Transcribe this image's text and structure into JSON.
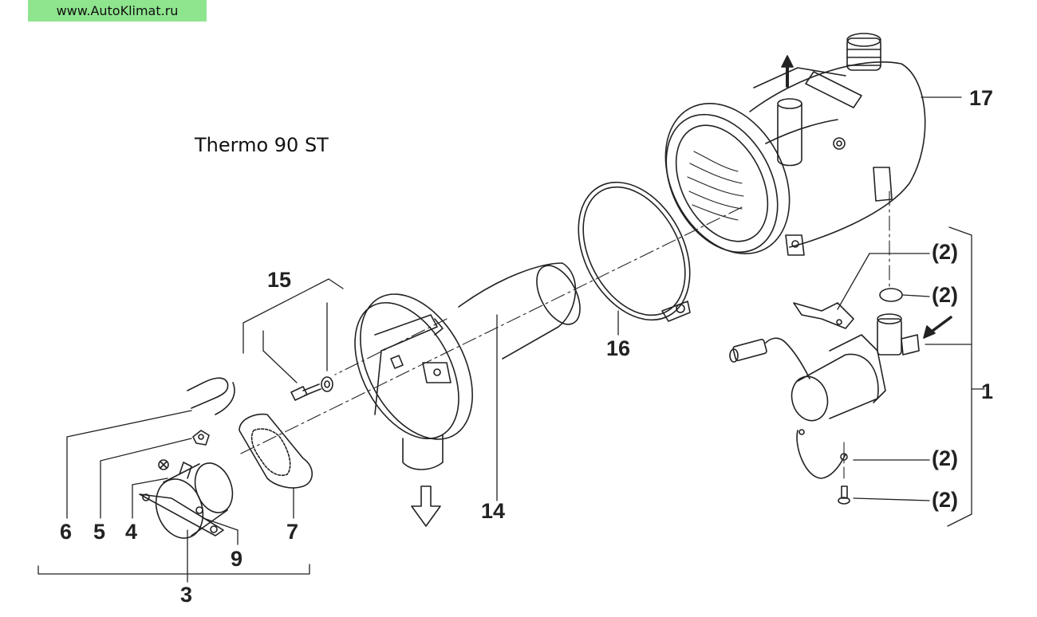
{
  "watermark": "www.AutoKlimat.ru",
  "title": "Thermo 90 ST",
  "callouts": {
    "c1": "1",
    "c2a": "(2)",
    "c2b": "(2)",
    "c2c": "(2)",
    "c2d": "(2)",
    "c3": "3",
    "c4": "4",
    "c5": "5",
    "c6": "6",
    "c7": "7",
    "c9": "9",
    "c14": "14",
    "c15": "15",
    "c16": "16",
    "c17": "17"
  }
}
